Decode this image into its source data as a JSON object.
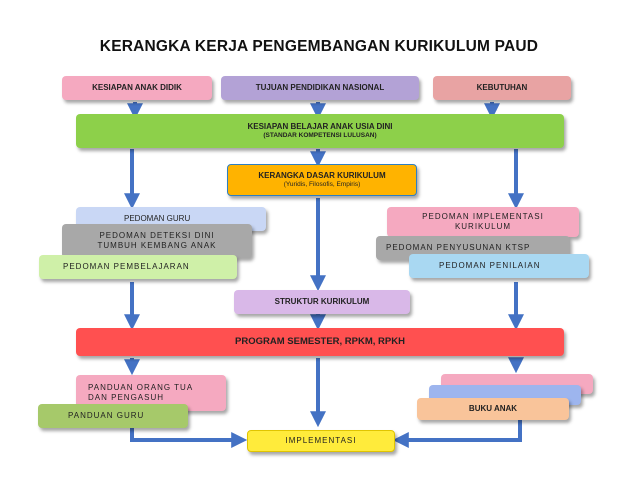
{
  "title": "KERANGKA KERJA PENGEMBANGAN KURIKULUM PAUD",
  "colors": {
    "arrow": "#4472C4",
    "pink": "#F5A9C0",
    "lavender": "#B3A2D6",
    "salmon": "#E8A3A3",
    "green": "#8DD04A",
    "orange": "#FFB300",
    "blue_light": "#C9D7F5",
    "gray": "#A8A8A8",
    "green_light": "#CFF0A8",
    "sky": "#A9D8F2",
    "violet": "#D9B8E8",
    "red": "#FF5050",
    "peach": "#F9C49A"
  },
  "nodes": {
    "kesiapan_anak": "KESIAPAN ANAK DIDIK",
    "tujuan_nasional": "TUJUAN PENDIDIKAN NASIONAL",
    "kebutuhan": "KEBUTUHAN",
    "kesiapan_belajar": "KESIAPAN BELAJAR ANAK USIA DINI",
    "kesiapan_belajar_sub": "(STANDAR KOMPETENSI LULUSAN)",
    "kerangka_dasar": "KERANGKA DASAR KURIKULUM",
    "kerangka_dasar_sub": "(Yuridis, Filosofis, Empiris)",
    "pedoman_guru": "PEDOMAN GURU",
    "pedoman_deteksi_1": "PEDOMAN DETEKSI DINI",
    "pedoman_deteksi_2": "TUMBUH KEMBANG ANAK",
    "pedoman_pembelajaran": "PEDOMAN PEMBELAJARAN",
    "pedoman_implementasi_1": "PEDOMAN IMPLEMENTASI",
    "pedoman_implementasi_2": "KURIKULUM",
    "pedoman_ktsp": "PEDOMAN PENYUSUNAN KTSP",
    "pedoman_penilaian": "PEDOMAN PENILAIAN",
    "struktur": "STRUKTUR KURIKULUM",
    "program": "PROGRAM SEMESTER, RPKM, RPKH",
    "panduan_ortu_1": "PANDUAN ORANG TUA",
    "panduan_ortu_2": "DAN PENGASUH",
    "panduan_guru": "PANDUAN GURU",
    "buku_anak": "BUKU ANAK",
    "implementasi": "IMPLEMENTASI"
  }
}
